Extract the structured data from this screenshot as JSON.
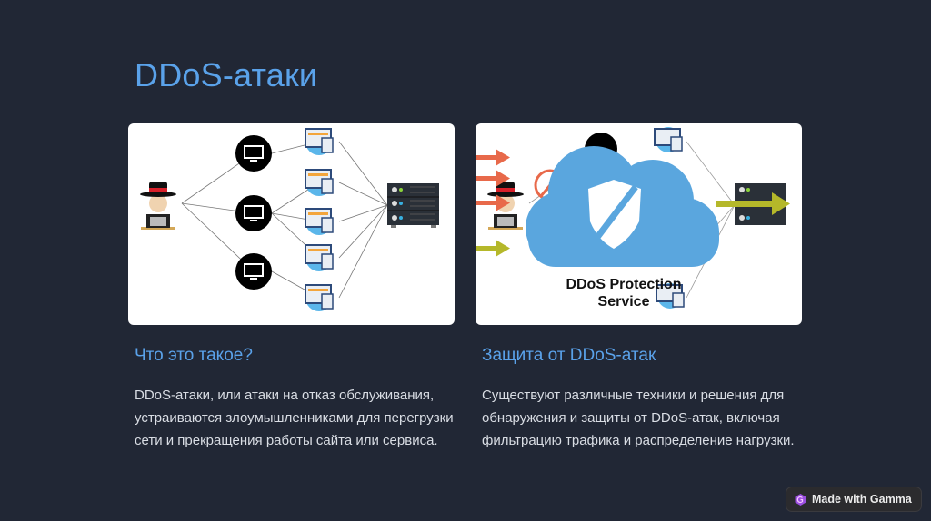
{
  "slide": {
    "title": "DDoS-атаки",
    "colors": {
      "background": "#212735",
      "accent": "#5aa2ea",
      "body_text": "#d9dde4",
      "cloud": "#5aa6de",
      "attack_arrow": "#e8694a",
      "clean_arrow": "#b5b82a"
    }
  },
  "left_column": {
    "image": {
      "description_icons": [
        "hacker-icon",
        "computer-icon",
        "device-icon",
        "server-icon"
      ]
    },
    "heading": "Что это такое?",
    "body": "DDoS-атаки, или атаки на отказ обслуживания, устраиваются злоумышленниками для перегрузки сети и прекращения работы сайта или сервиса."
  },
  "right_column": {
    "image": {
      "cloud_label_line1": "DDoS Protection",
      "cloud_label_line2": "Service"
    },
    "heading": "Защита от DDoS-атак",
    "body": "Существуют различные техники и решения для обнаружения и защиты от DDoS-атак, включая фильтрацию трафика и распределение нагрузки."
  },
  "badge": {
    "label": "Made with Gamma"
  }
}
